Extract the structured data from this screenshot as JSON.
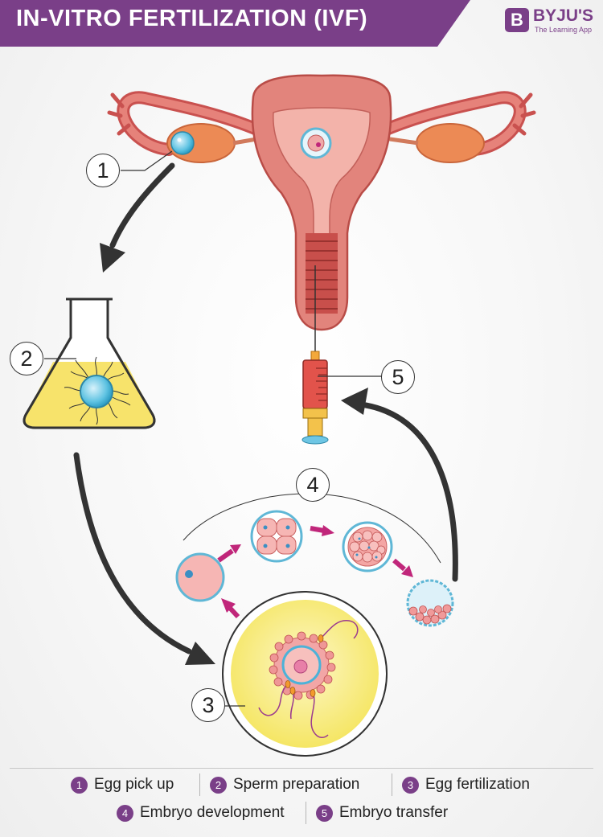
{
  "header": {
    "title": "IN-VITRO FERTILIZATION (IVF)"
  },
  "brand": {
    "logo_letter": "B",
    "name": "BYJU'S",
    "tagline": "The Learning App"
  },
  "steps": [
    {
      "number": "1",
      "label": "Egg pick up"
    },
    {
      "number": "2",
      "label": "Sperm preparation"
    },
    {
      "number": "3",
      "label": "Egg fertilization"
    },
    {
      "number": "4",
      "label": "Embryo development"
    },
    {
      "number": "5",
      "label": "Embryo transfer"
    }
  ],
  "colors": {
    "brand_purple": "#7a3f88",
    "tissue": "#e2847c",
    "ovary": "#ec8a55",
    "cell": "#f6b6b4",
    "arrow_pink": "#c0267a",
    "medium": "#f7e36b"
  }
}
